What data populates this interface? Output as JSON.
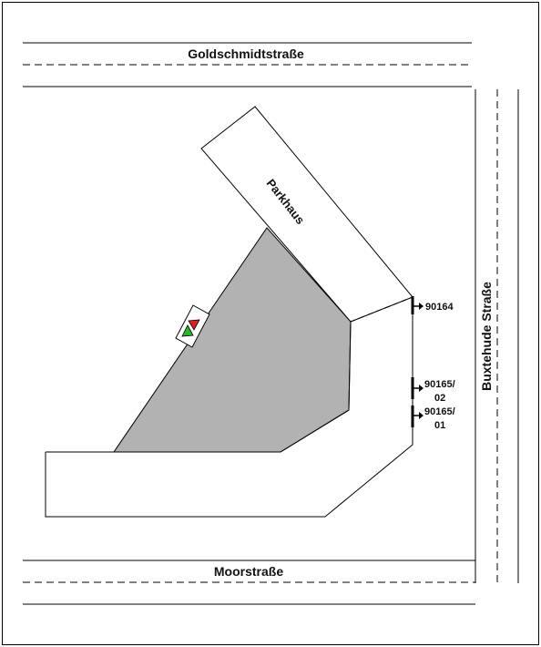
{
  "streets": {
    "north": "Goldschmidtstraße",
    "south": "Moorstraße",
    "east": "Buxtehude Straße"
  },
  "building": {
    "label": "Parkhaus"
  },
  "exits": [
    {
      "label_line1": "90164",
      "label_line2": ""
    },
    {
      "label_line1": "90165/",
      "label_line2": "02"
    },
    {
      "label_line1": "90165/",
      "label_line2": "01"
    }
  ],
  "colors": {
    "courtyard_fill": "#b2b2b2",
    "signal_red": "#e02020",
    "signal_green": "#22bb22",
    "line": "#000000"
  },
  "icons": {
    "traffic_signal": "traffic-signal-icon",
    "exit_arrow": "exit-arrow-icon"
  }
}
